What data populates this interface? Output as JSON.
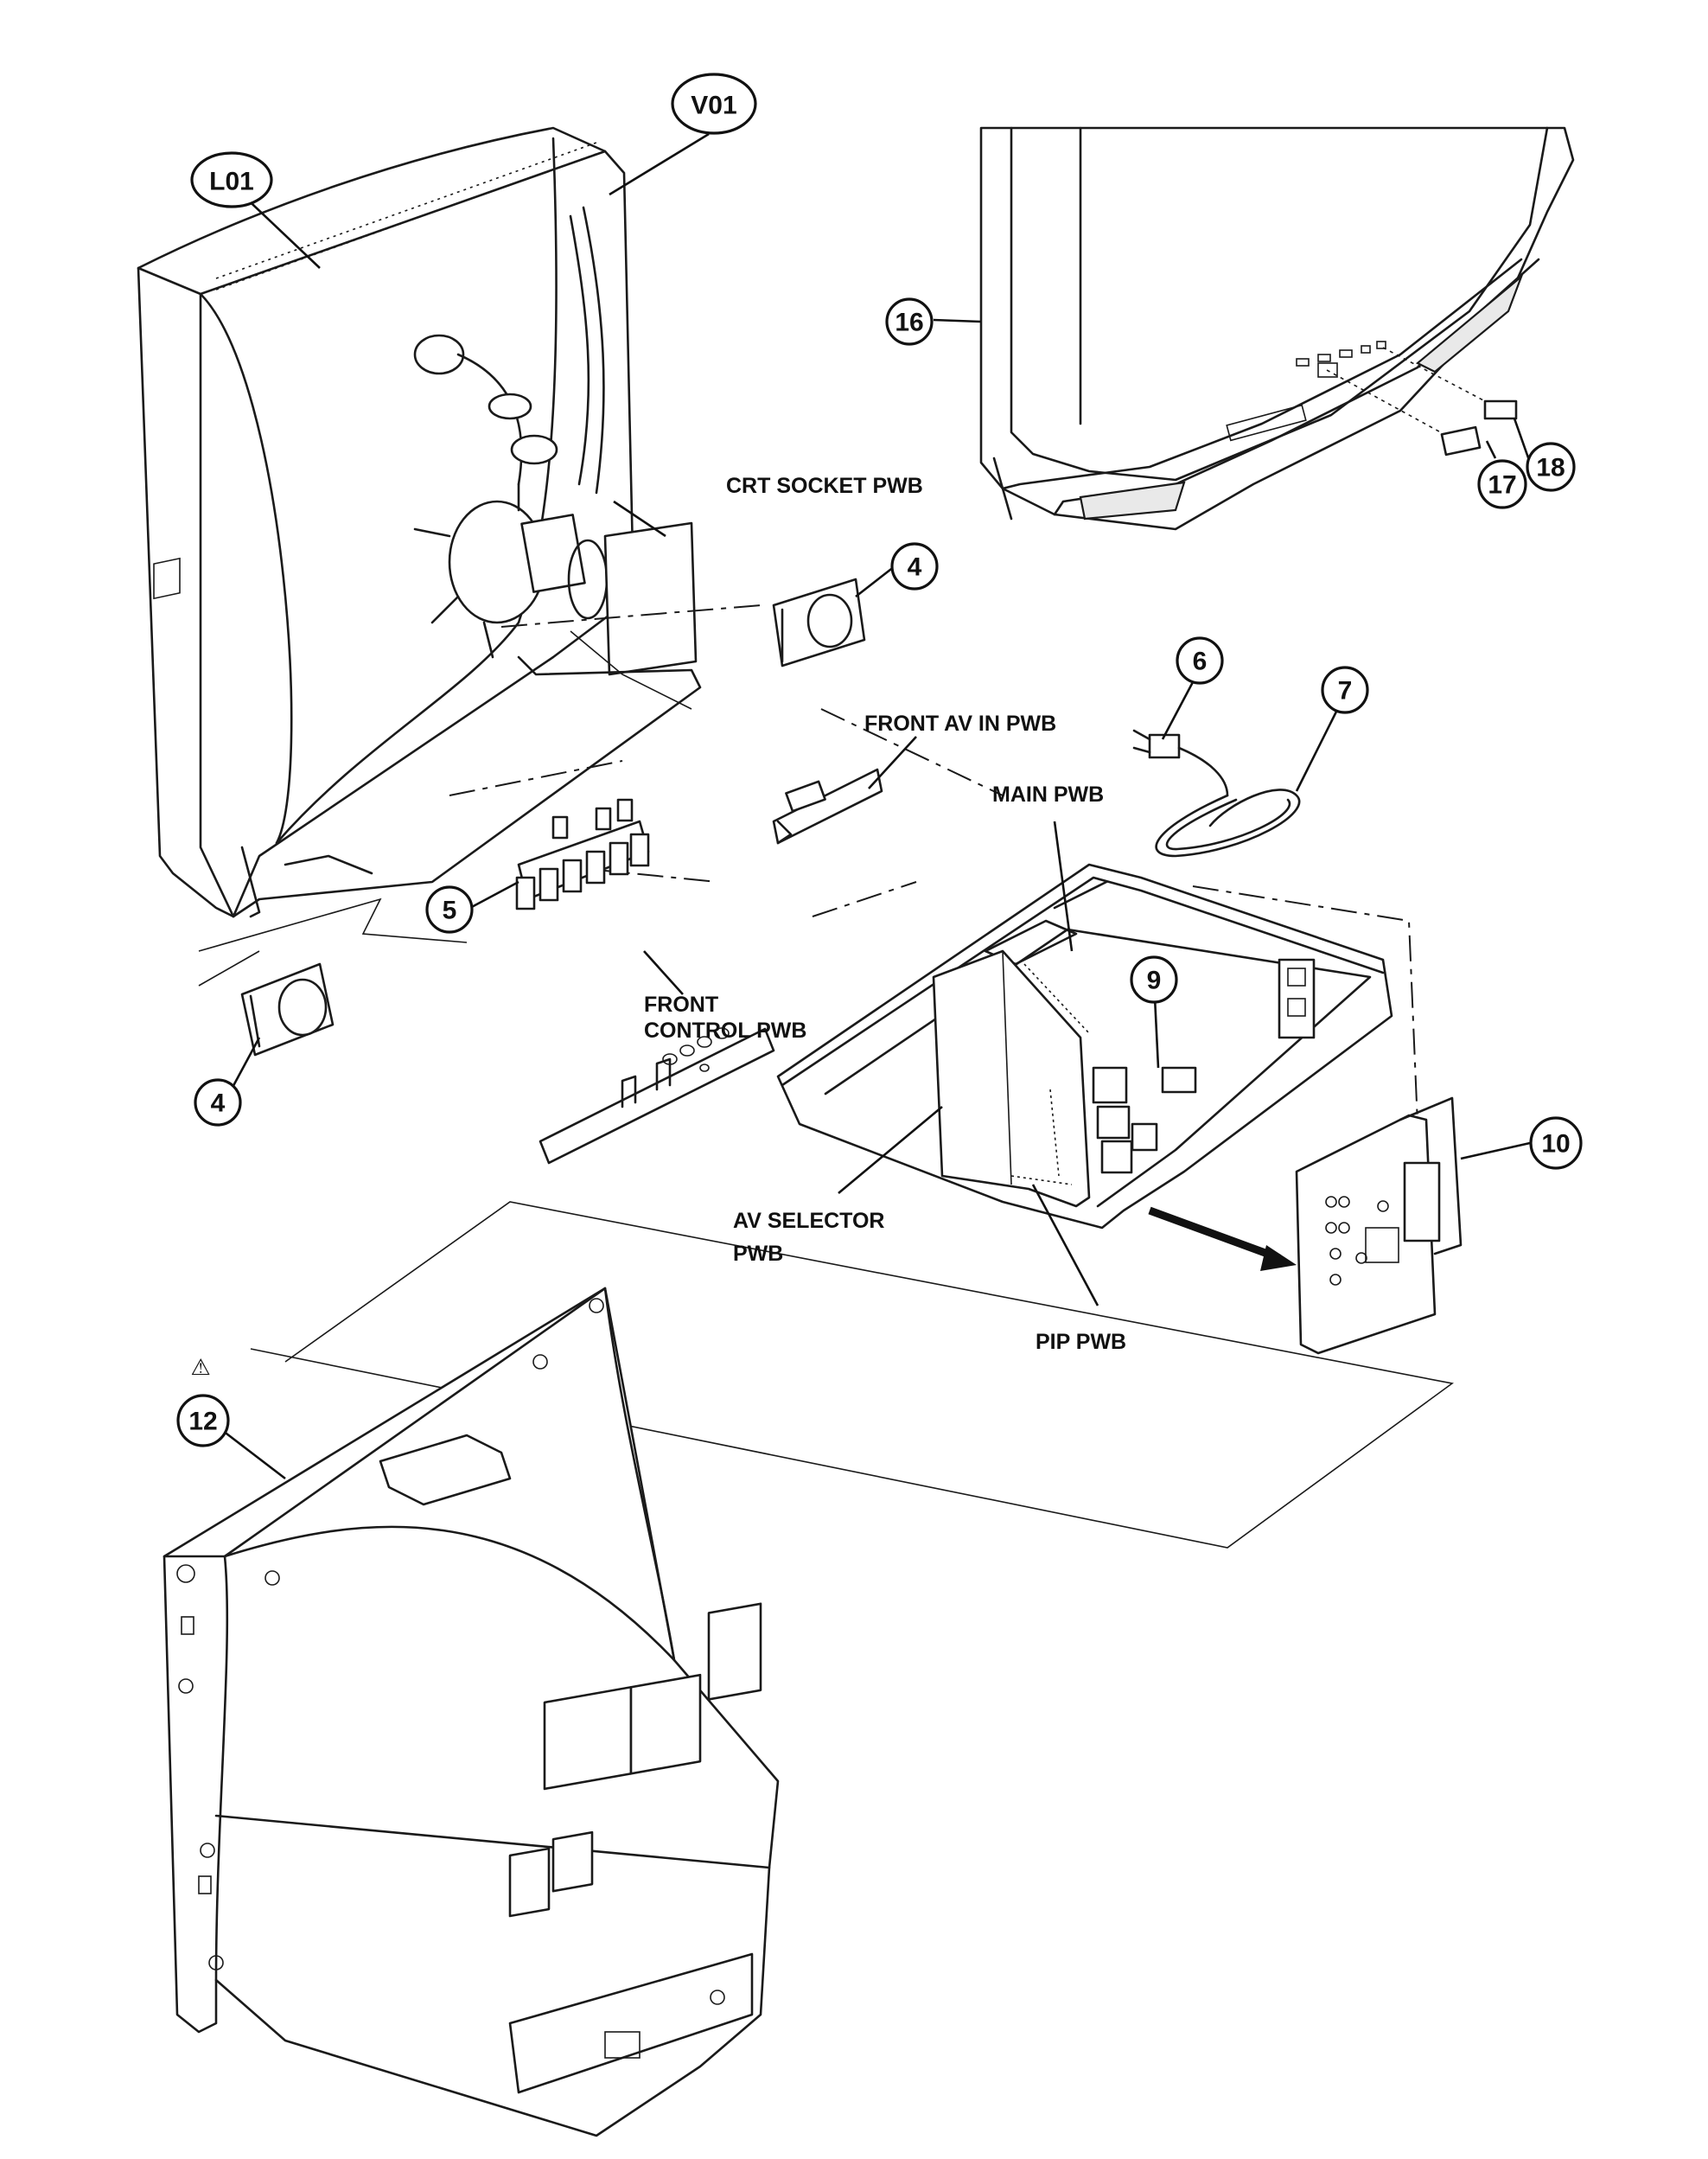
{
  "callouts": [
    {
      "id": "l01",
      "text": "L01"
    },
    {
      "id": "v01",
      "text": "V01"
    },
    {
      "id": "16",
      "text": "16"
    },
    {
      "id": "18",
      "text": "18"
    },
    {
      "id": "17",
      "text": "17"
    },
    {
      "id": "4a",
      "text": "4"
    },
    {
      "id": "6",
      "text": "6"
    },
    {
      "id": "7",
      "text": "7"
    },
    {
      "id": "5",
      "text": "5"
    },
    {
      "id": "9",
      "text": "9"
    },
    {
      "id": "4b",
      "text": "4"
    },
    {
      "id": "10",
      "text": "10"
    },
    {
      "id": "12",
      "text": "12"
    }
  ],
  "labels": {
    "crt_socket": "CRT SOCKET PWB",
    "front_avin": "FRONT AV IN PWB",
    "main": "MAIN PWB",
    "front_control_1": "FRONT",
    "front_control_2": "CONTROL PWB",
    "av_selector_1": "AV SELECTOR",
    "av_selector_2": "PWB",
    "pip": "PIP PWB"
  },
  "warning_symbol": "⚠"
}
